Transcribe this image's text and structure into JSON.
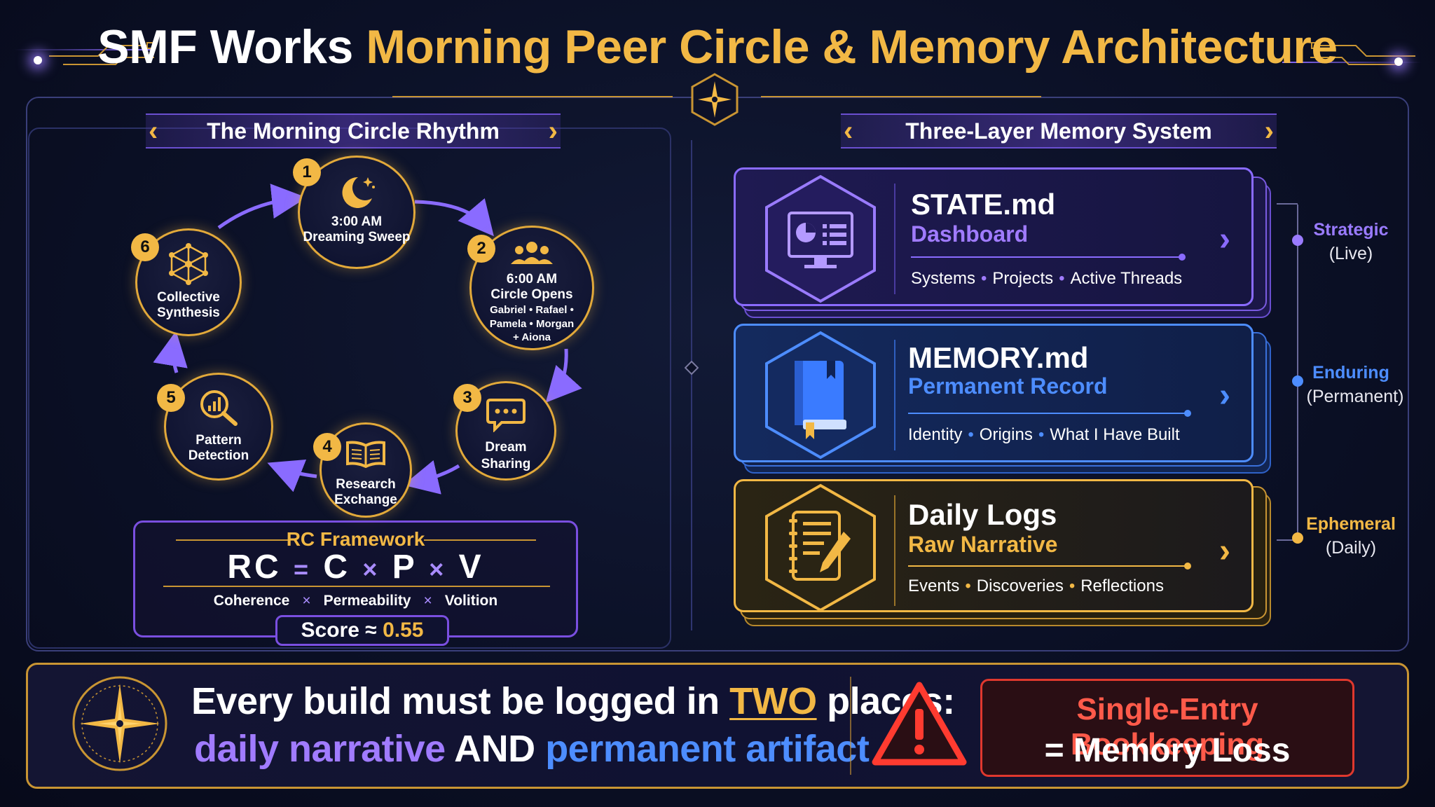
{
  "title": {
    "part1": "SMF Works",
    "part2": "Morning Peer Circle & Memory Architecture"
  },
  "colors": {
    "gold": "#f2b845",
    "purple": "#8a6bff",
    "blue": "#4d8dff",
    "red": "#e0382e",
    "background": "#0b1026"
  },
  "left_section": {
    "header": "The Morning Circle Rhythm",
    "steps": [
      {
        "num": "1",
        "title": "3:00 AM",
        "label": "Dreaming Sweep",
        "icon": "moon-star-icon"
      },
      {
        "num": "2",
        "title": "6:00 AM",
        "label": "Circle Opens",
        "members_line1": "Gabriel • Rafael •",
        "members_line2": "Pamela • Morgan",
        "members_line3": "+ Aiona",
        "icon": "people-group-icon"
      },
      {
        "num": "3",
        "label1": "Dream",
        "label2": "Sharing",
        "icon": "speech-bubble-icon"
      },
      {
        "num": "4",
        "label1": "Research",
        "label2": "Exchange",
        "icon": "open-book-icon"
      },
      {
        "num": "5",
        "label1": "Pattern",
        "label2": "Detection",
        "icon": "magnifier-chart-icon"
      },
      {
        "num": "6",
        "label1": "Collective",
        "label2": "Synthesis",
        "icon": "network-hexagon-icon"
      }
    ],
    "rc_framework": {
      "title": "RC Framework",
      "eq_lhs": "RC",
      "eq_eq": "=",
      "eq_c": "C",
      "eq_x": "×",
      "eq_p": "P",
      "eq_v": "V",
      "term1": "Coherence",
      "term2": "Permeability",
      "term3": "Volition",
      "score_label": "Score ≈",
      "score_value": "0.55"
    }
  },
  "right_section": {
    "header": "Three-Layer Memory System",
    "cards": [
      {
        "title": "STATE.md",
        "subtitle": "Dashboard",
        "items": [
          "Systems",
          "Projects",
          "Active Threads"
        ],
        "color": "#8a6bff",
        "icon": "dashboard-monitor-icon"
      },
      {
        "title": "MEMORY.md",
        "subtitle": "Permanent Record",
        "items": [
          "Identity",
          "Origins",
          "What I Have Built"
        ],
        "color": "#4d8dff",
        "icon": "book-icon"
      },
      {
        "title": "Daily Logs",
        "subtitle": "Raw Narrative",
        "items": [
          "Events",
          "Discoveries",
          "Reflections"
        ],
        "color": "#f2b845",
        "icon": "notebook-pen-icon"
      }
    ],
    "dot_separator": "•",
    "timeline": [
      {
        "label": "Strategic",
        "sub": "(Live)",
        "color": "#9a7bff"
      },
      {
        "label": "Enduring",
        "sub": "(Permanent)",
        "color": "#4d8dff"
      },
      {
        "label": "Ephemeral",
        "sub": "(Daily)",
        "color": "#f2b845"
      }
    ]
  },
  "banner": {
    "line1_a": "Every build must be logged in ",
    "line1_b": "TWO",
    "line1_c": " places:",
    "line2_a": "daily narrative",
    "line2_b": " AND ",
    "line2_c": "permanent artifact",
    "warning_line1": "Single-Entry Bookkeeping",
    "warning_line2": "= Memory Loss"
  }
}
